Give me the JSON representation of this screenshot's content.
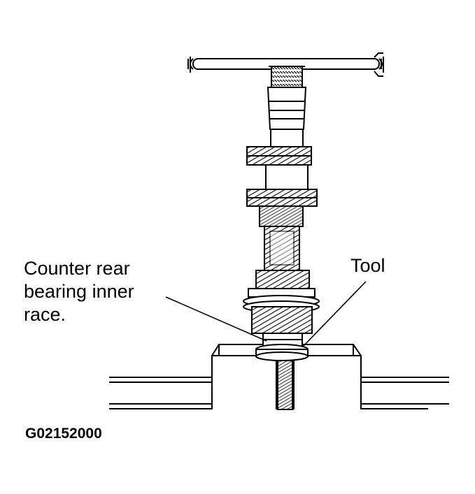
{
  "callouts": {
    "counter_rear_bearing": {
      "line1": "Counter rear",
      "line2": "bearing inner",
      "line3": "race."
    },
    "tool": "Tool"
  },
  "figure_code": "G02152000",
  "colors": {
    "ink": "#000000",
    "paper": "#ffffff"
  }
}
